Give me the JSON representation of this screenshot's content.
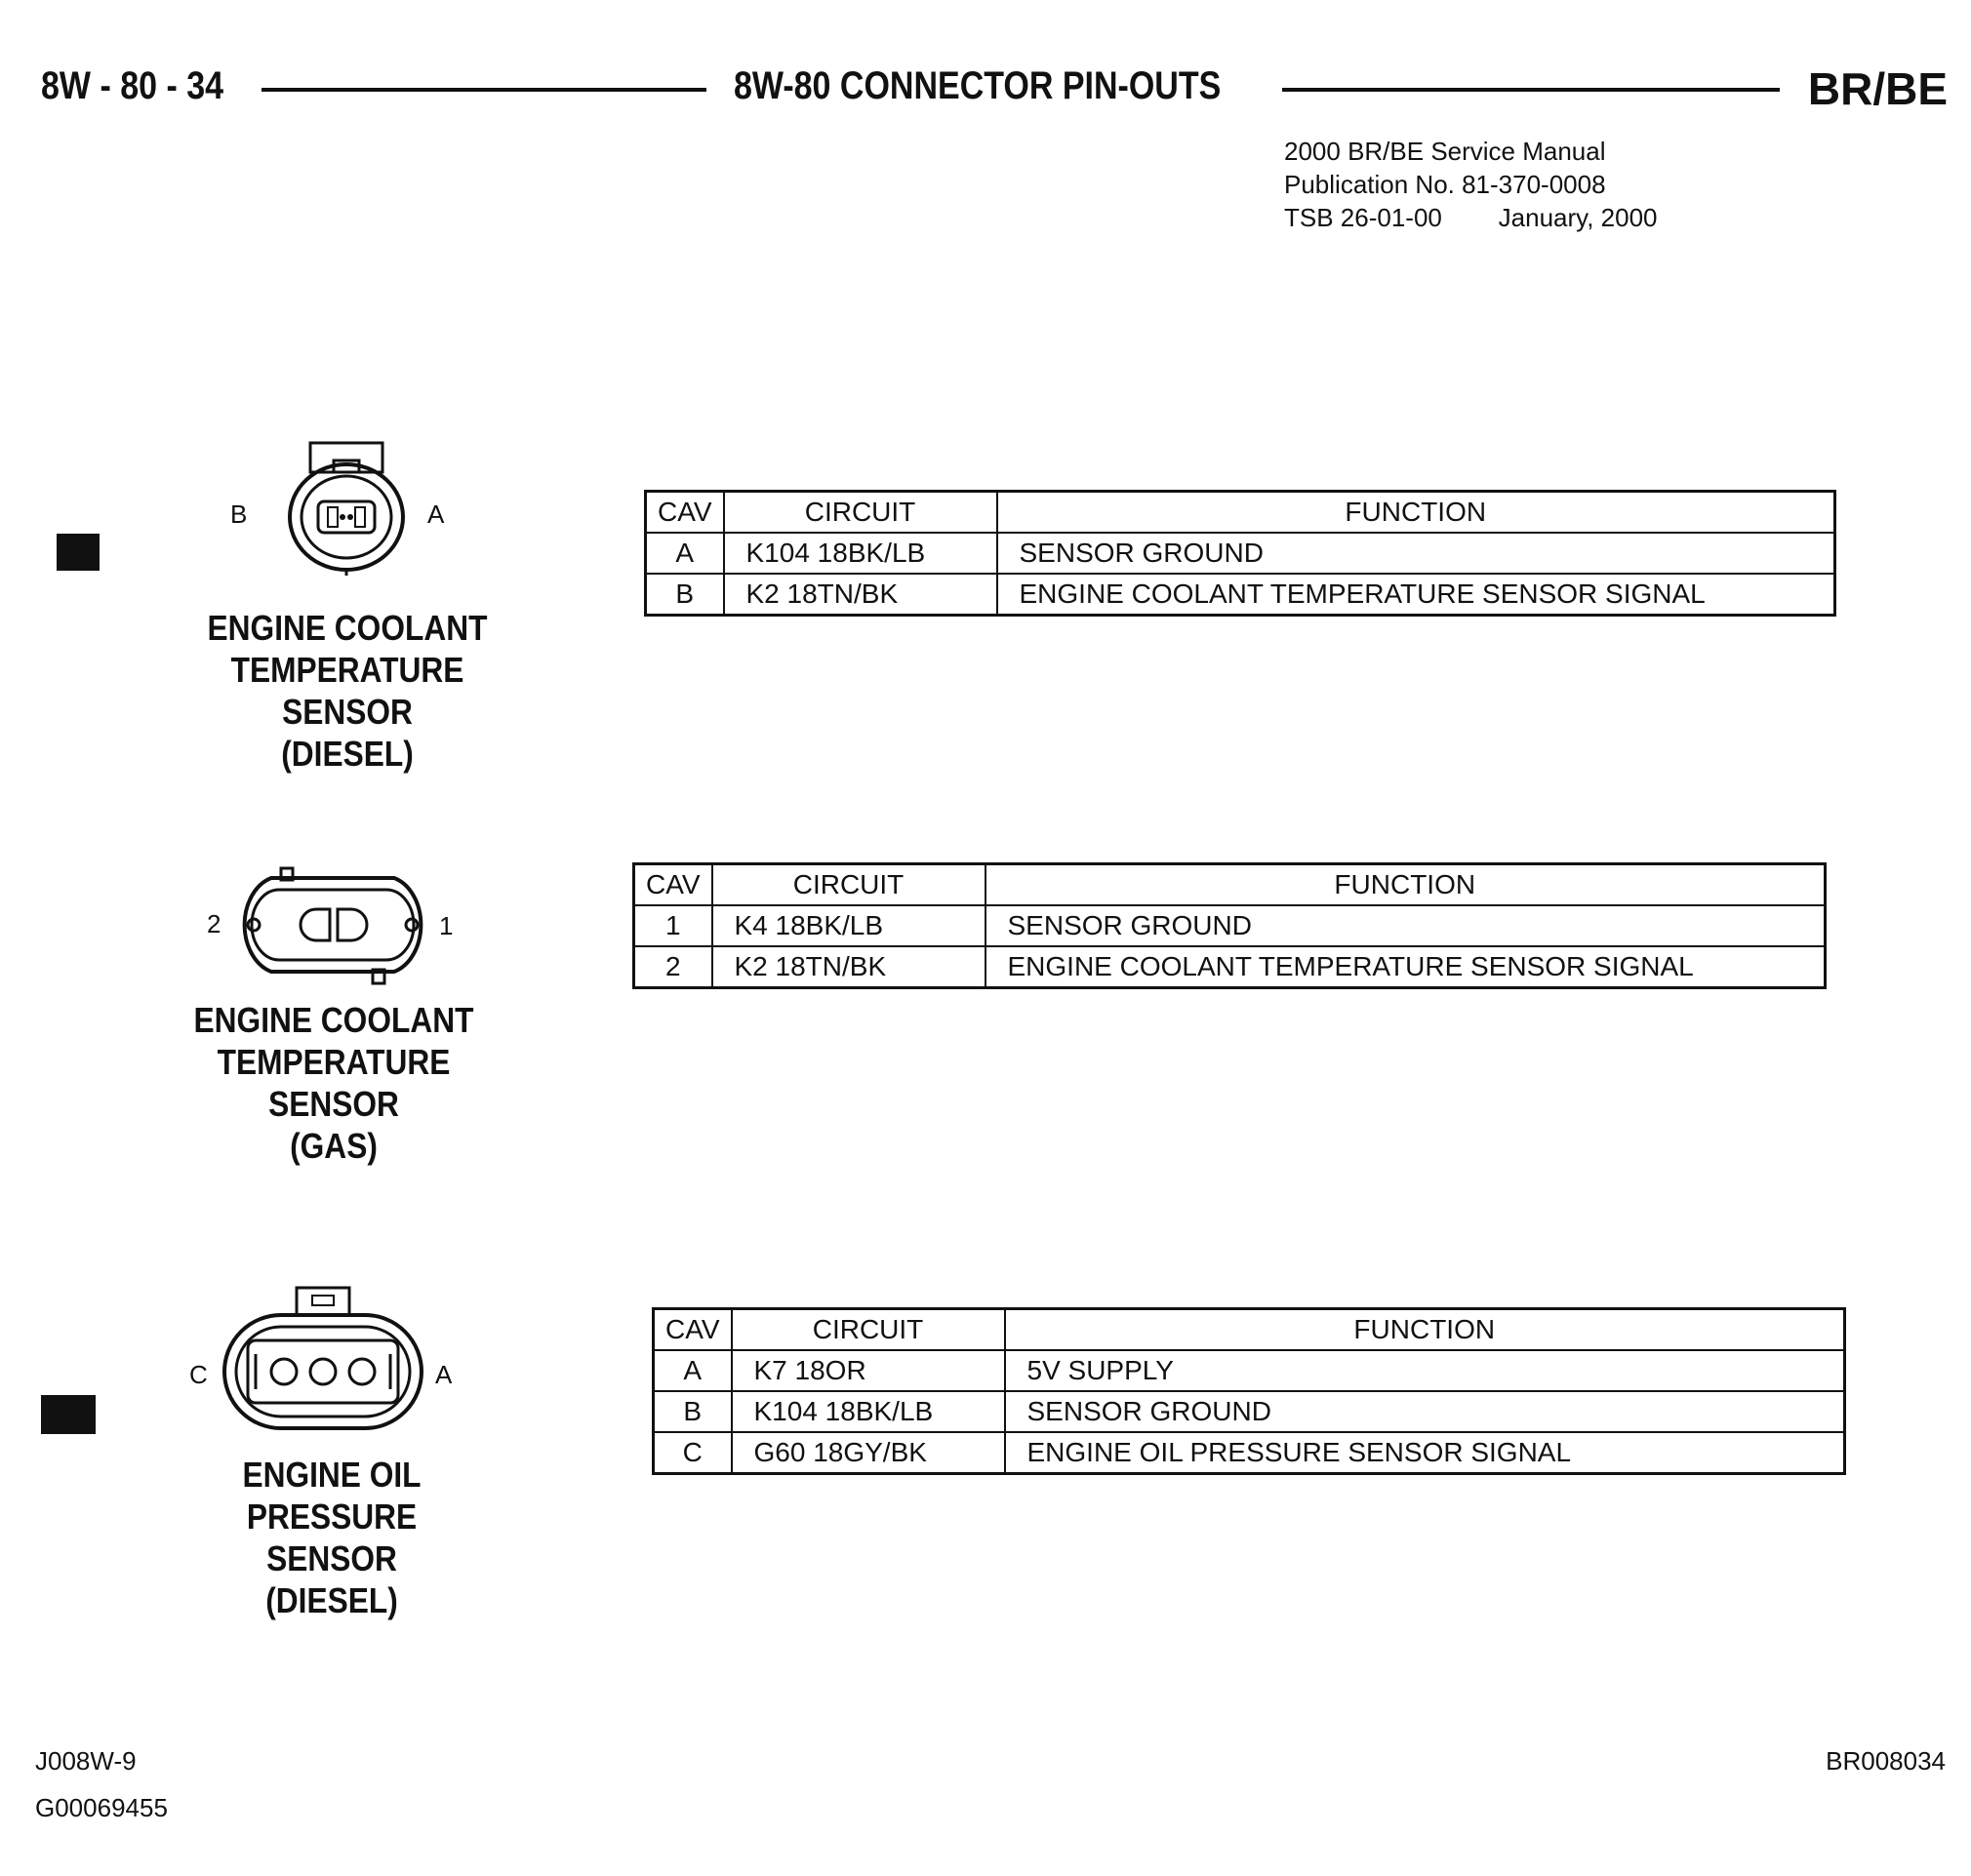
{
  "header": {
    "page_number": "8W - 80 - 34",
    "title": "8W-80 CONNECTOR PIN-OUTS",
    "vehicle_code": "BR/BE"
  },
  "manual_info": {
    "line1": "2000 BR/BE Service Manual",
    "line2": "Publication No. 81-370-0008",
    "line3": "TSB 26-01-00        January, 2000"
  },
  "connectors": [
    {
      "caption": [
        "ENGINE COOLANT",
        "TEMPERATURE",
        "SENSOR",
        "(DIESEL)"
      ],
      "pin_labels": [
        "B",
        "A"
      ],
      "columns": [
        "CAV",
        "CIRCUIT",
        "FUNCTION"
      ],
      "rows": [
        {
          "cav": "A",
          "circuit": "K104 18BK/LB",
          "function": "SENSOR GROUND"
        },
        {
          "cav": "B",
          "circuit": "K2 18TN/BK",
          "function": "ENGINE COOLANT TEMPERATURE SENSOR SIGNAL"
        }
      ]
    },
    {
      "caption": [
        "ENGINE COOLANT",
        "TEMPERATURE",
        "SENSOR",
        "(GAS)"
      ],
      "pin_labels": [
        "2",
        "1"
      ],
      "columns": [
        "CAV",
        "CIRCUIT",
        "FUNCTION"
      ],
      "rows": [
        {
          "cav": "1",
          "circuit": "K4 18BK/LB",
          "function": "SENSOR GROUND"
        },
        {
          "cav": "2",
          "circuit": "K2 18TN/BK",
          "function": "ENGINE COOLANT TEMPERATURE SENSOR SIGNAL"
        }
      ]
    },
    {
      "caption": [
        "ENGINE OIL",
        "PRESSURE SENSOR",
        "(DIESEL)"
      ],
      "pin_labels": [
        "C",
        "A"
      ],
      "columns": [
        "CAV",
        "CIRCUIT",
        "FUNCTION"
      ],
      "rows": [
        {
          "cav": "A",
          "circuit": "K7 18OR",
          "function": "5V SUPPLY"
        },
        {
          "cav": "B",
          "circuit": "K104 18BK/LB",
          "function": "SENSOR GROUND"
        },
        {
          "cav": "C",
          "circuit": "G60 18GY/BK",
          "function": "ENGINE OIL PRESSURE SENSOR SIGNAL"
        }
      ]
    }
  ],
  "footer": {
    "left_code1": "J008W-9",
    "left_code2": "G00069455",
    "right_code": "BR008034"
  }
}
